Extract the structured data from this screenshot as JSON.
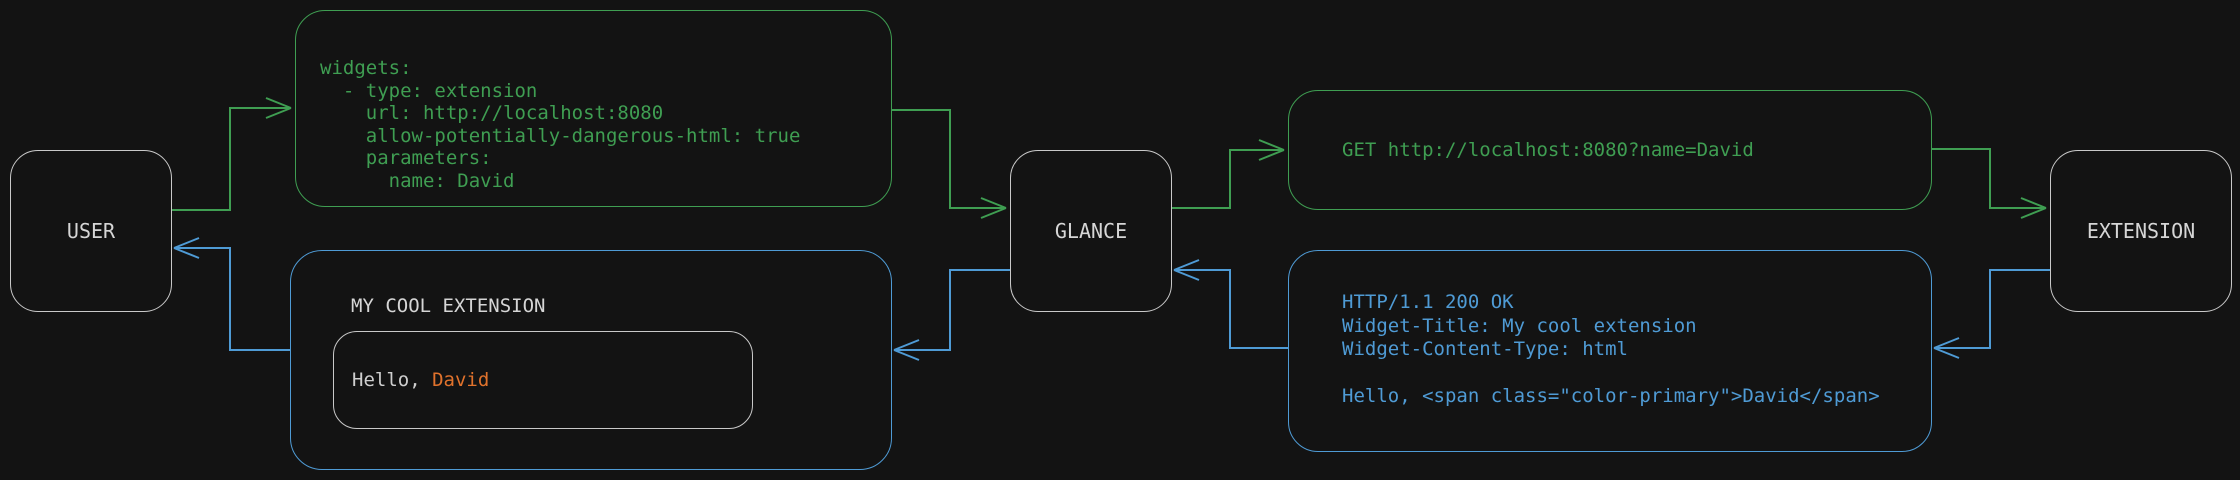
{
  "colors": {
    "background": "#131313",
    "request_green": "#3f9e52",
    "response_blue": "#4f9bd5",
    "highlight_orange": "#e0722c",
    "node_gray": "#d6d6d6"
  },
  "nodes": {
    "user": {
      "label": "USER"
    },
    "glance": {
      "label": "GLANCE"
    },
    "extension": {
      "label": "EXTENSION"
    }
  },
  "panels": {
    "config": {
      "lines": [
        "widgets:",
        "  - type: extension",
        "    url: http://localhost:8080",
        "    allow-potentially-dangerous-html: true",
        "    parameters:",
        "      name: David"
      ]
    },
    "request": {
      "text": "GET http://localhost:8080?name=David"
    },
    "response": {
      "lines": [
        "HTTP/1.1 200 OK",
        "Widget-Title: My cool extension",
        "Widget-Content-Type: html",
        "",
        "Hello, <span class=\"color-primary\">David</span>"
      ]
    },
    "widget": {
      "title": "MY COOL EXTENSION",
      "greeting_prefix": "Hello, ",
      "greeting_name": "David"
    }
  }
}
